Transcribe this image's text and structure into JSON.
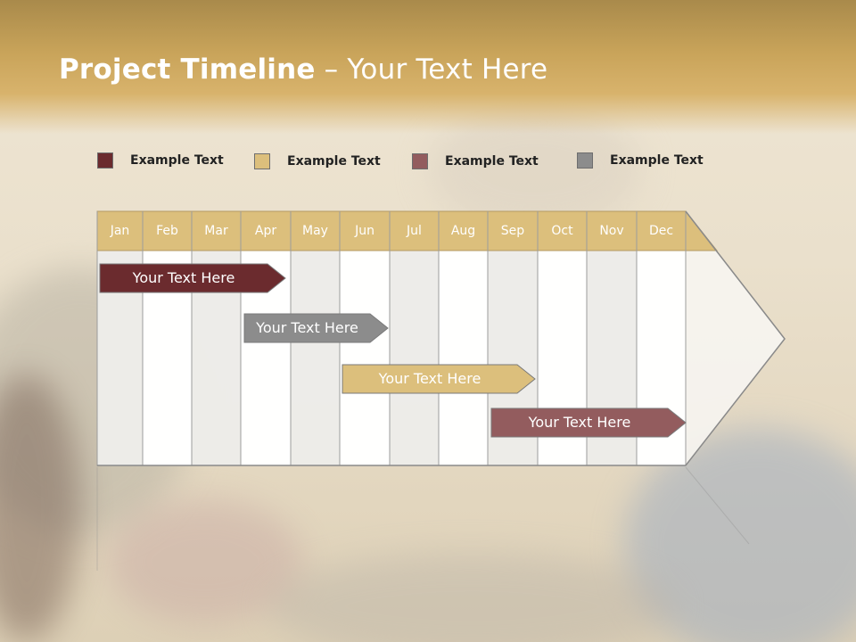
{
  "title": {
    "bold": "Project Timeline",
    "separator": " – ",
    "rest": "Your Text Here"
  },
  "legend": [
    {
      "label": "Example Text",
      "color": "#6b2b2e"
    },
    {
      "label": "Example Text",
      "color": "#dcbf7c"
    },
    {
      "label": "Example Text",
      "color": "#935c5e"
    },
    {
      "label": "Example Text",
      "color": "#8c8c8c"
    }
  ],
  "months": [
    "Jan",
    "Feb",
    "Mar",
    "Apr",
    "May",
    "Jun",
    "Jul",
    "Aug",
    "Sep",
    "Oct",
    "Nov",
    "Dec"
  ],
  "bars": [
    {
      "label": "Your  Text Here",
      "color": "#6b2b2e",
      "start_month": "Jan",
      "end_month": "Apr"
    },
    {
      "label": "Your  Text Here",
      "color": "#8c8c8c",
      "start_month": "Apr",
      "end_month": "Jun"
    },
    {
      "label": "Your  Text Here",
      "color": "#dcbf7c",
      "start_month": "Jun",
      "end_month": "Sep"
    },
    {
      "label": "Your  Text Here",
      "color": "#935c5e",
      "start_month": "Sep",
      "end_month": "Dec"
    }
  ],
  "colors": {
    "header": "#c9a45a",
    "month_header": "#dcbf7c"
  }
}
